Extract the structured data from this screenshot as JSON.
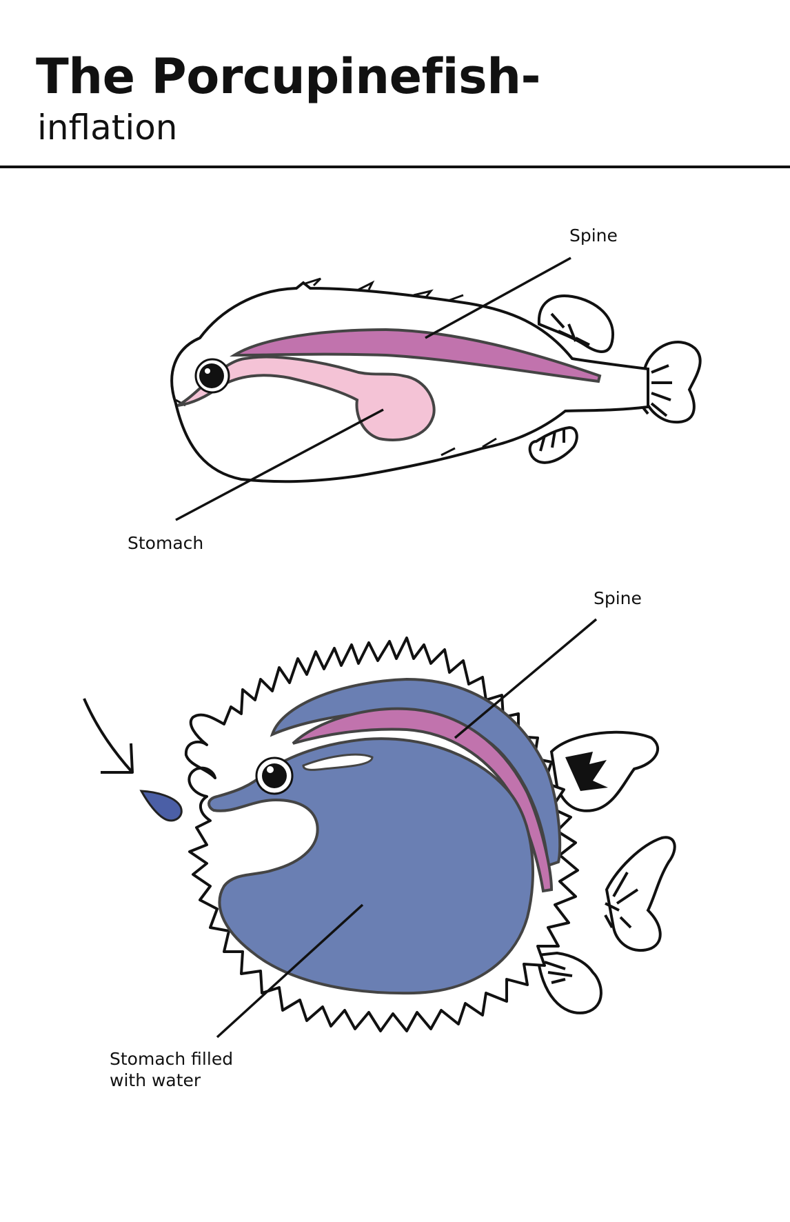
{
  "header": {
    "title": "The Porcupinefish-",
    "subtitle": "inflation"
  },
  "diagram_top": {
    "label_spine": "Spine",
    "label_stomach": "Stomach"
  },
  "diagram_bottom": {
    "label_spine": "Spine",
    "label_stomach_line1": "Stomach filled",
    "label_stomach_line2": "with water"
  },
  "colors": {
    "outline": "#111111",
    "spine_pink": "#c173ad",
    "stomach_pink": "#f4c3d6",
    "water_blue": "#6a7fb3",
    "drop_blue": "#4b5fa6",
    "organ_outline": "#444444"
  }
}
